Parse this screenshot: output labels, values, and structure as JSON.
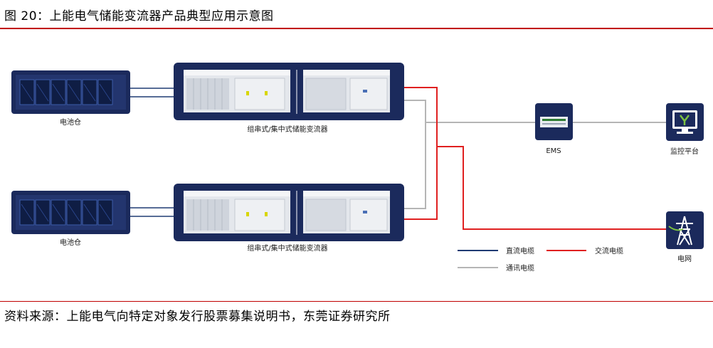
{
  "figure": {
    "title": "图 20：上能电气储能变流器产品典型应用示意图",
    "source": "资料来源：上能电气向特定对象发行股票募集说明书，东莞证券研究所"
  },
  "diagram": {
    "battery_top_label": "电池仓",
    "battery_bottom_label": "电池仓",
    "pcs_top_label": "组串式/集中式储能变流器",
    "pcs_bottom_label": "组串式/集中式储能变流器",
    "ems_label": "EMS",
    "monitor_label": "监控平台",
    "grid_label": "电网",
    "legend": {
      "dc": "直流电缆",
      "ac": "交流电缆",
      "comm": "通讯电缆"
    },
    "colors": {
      "navy": "#1b2a5c",
      "dc_cable": "#1f3b73",
      "ac_cable": "#e02020",
      "comm_cable": "#b5b5b5",
      "accent_rule": "#c00000"
    }
  }
}
